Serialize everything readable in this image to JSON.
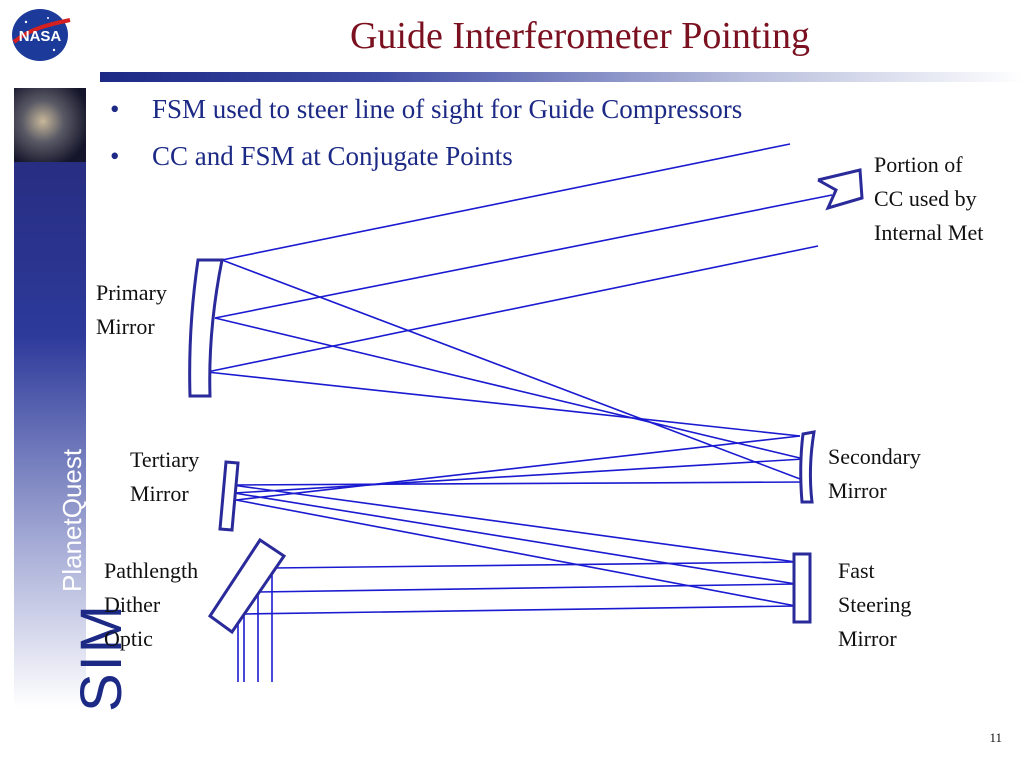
{
  "slide": {
    "title": "Guide Interferometer Pointing",
    "page_number": "11"
  },
  "bullets": [
    "FSM used to steer line of sight for Guide Compressors",
    "CC and FSM at Conjugate Points"
  ],
  "bullet_glyph": "•",
  "branding": {
    "logo": "NASA",
    "sidebar_small": "PlanetQuest",
    "sidebar_large": "SIM"
  },
  "labels": {
    "cc_portion": [
      "Portion of",
      "CC used by",
      "Internal Met"
    ],
    "primary": [
      "Primary",
      "Mirror"
    ],
    "secondary": [
      "Secondary",
      "Mirror"
    ],
    "tertiary": [
      "Tertiary",
      "Mirror"
    ],
    "pathlength": [
      "Pathlength",
      "Dither",
      "Optic"
    ],
    "fsm": [
      "Fast",
      "Steering",
      "Mirror"
    ]
  },
  "colors": {
    "title": "#7a1020",
    "bullet_text": "#1c2a86",
    "ray": "#1a1ad0",
    "optic_outline": "#2a2a9a"
  }
}
